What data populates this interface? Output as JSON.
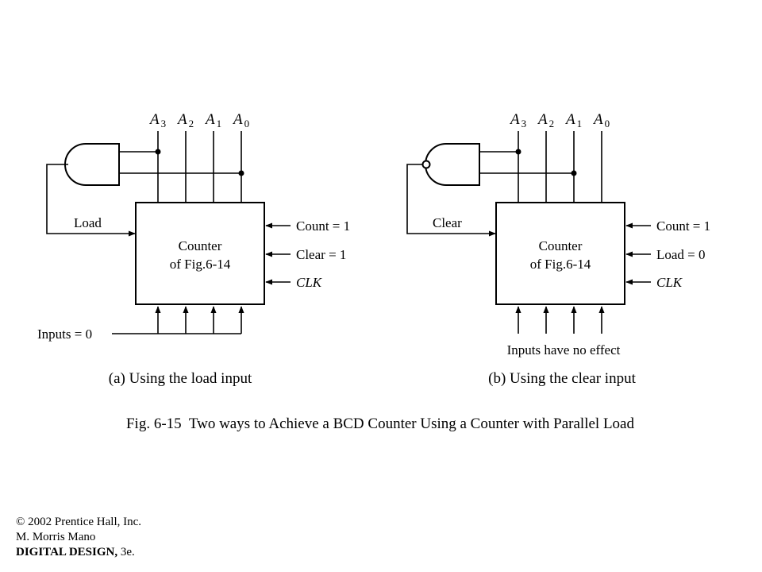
{
  "panel_a": {
    "outputs": [
      {
        "letter": "A",
        "sub": "3"
      },
      {
        "letter": "A",
        "sub": "2"
      },
      {
        "letter": "A",
        "sub": "1"
      },
      {
        "letter": "A",
        "sub": "0"
      }
    ],
    "feedback_label": "Load",
    "counter_line1": "Counter",
    "counter_line2": "of Fig.6-14",
    "right_inputs": [
      "Count = 1",
      "Clear = 1",
      "CLK"
    ],
    "bottom_label": "Inputs = 0",
    "caption": "(a) Using the load input",
    "gate": "and-gate"
  },
  "panel_b": {
    "outputs": [
      {
        "letter": "A",
        "sub": "3"
      },
      {
        "letter": "A",
        "sub": "2"
      },
      {
        "letter": "A",
        "sub": "1"
      },
      {
        "letter": "A",
        "sub": "0"
      }
    ],
    "feedback_label": "Clear",
    "counter_line1": "Counter",
    "counter_line2": "of Fig.6-14",
    "right_inputs": [
      "Count = 1",
      "Load = 0",
      "CLK"
    ],
    "bottom_label": "Inputs have no effect",
    "caption": "(b) Using the clear input",
    "gate": "nand-gate"
  },
  "figure_caption": "Fig. 6-15  Two ways to Achieve a BCD Counter Using a Counter with Parallel Load",
  "copyright": {
    "line1": "© 2002 Prentice Hall, Inc.",
    "line2": "M. Morris Mano",
    "book_title": "DIGITAL DESIGN,",
    "edition": " 3e."
  }
}
